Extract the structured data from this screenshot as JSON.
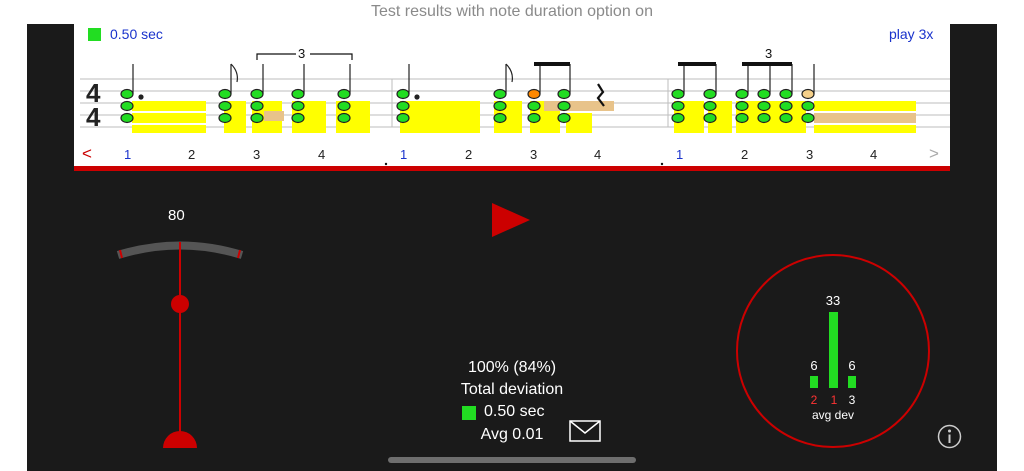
{
  "caption": "Test results with note duration option on",
  "score": {
    "legend_value": "0.50 sec",
    "play_label": "play 3x",
    "time_signature_top": "4",
    "time_signature_bottom": "4",
    "triplet_marks": [
      "3",
      "3"
    ],
    "prev_symbol": "<",
    "next_symbol": ">",
    "beat_numbers": [
      "1",
      "2",
      "3",
      "4",
      "1",
      "2",
      "3",
      "4",
      "1",
      "2",
      "3",
      "4"
    ]
  },
  "metronome": {
    "tempo": "80"
  },
  "results": {
    "percent": "100%  (84%)",
    "label": "Total deviation",
    "legend_value": "0.50 sec",
    "average": "Avg 0.01"
  },
  "histogram": {
    "bars": [
      {
        "count": "6",
        "bin": "2",
        "height": 6
      },
      {
        "count": "33",
        "bin": "1",
        "height": 33
      },
      {
        "count": "6",
        "bin": "3",
        "height": 6
      }
    ],
    "caption": "avg dev"
  },
  "colors": {
    "accent_red": "#cc0000",
    "green": "#22dd22",
    "yellow_bar": "#ffff00",
    "tan_bar": "#e8c38a",
    "orange_note": "#ff8800"
  },
  "icons": [
    "play-icon",
    "mail-icon",
    "info-icon"
  ]
}
